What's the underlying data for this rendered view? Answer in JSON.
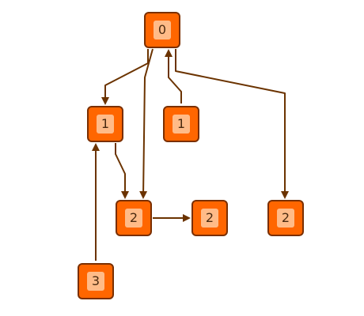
{
  "diagram": {
    "colors": {
      "node_fill": "#ff6600",
      "node_border": "#7a2f00",
      "label_bg": "#ffbb88",
      "label_text": "#4a2a10",
      "edge": "#6b3300"
    },
    "nodes": [
      {
        "id": "n0",
        "label": "0"
      },
      {
        "id": "n1a",
        "label": "1"
      },
      {
        "id": "n1b",
        "label": "1"
      },
      {
        "id": "n2a",
        "label": "2"
      },
      {
        "id": "n2b",
        "label": "2"
      },
      {
        "id": "n2c",
        "label": "2"
      },
      {
        "id": "n3",
        "label": "3"
      }
    ],
    "edges": [
      {
        "from": "n0",
        "to": "n1a"
      },
      {
        "from": "n0",
        "to": "n2a"
      },
      {
        "from": "n1b",
        "to": "n0"
      },
      {
        "from": "n0",
        "to": "n2c"
      },
      {
        "from": "n1a",
        "to": "n2a"
      },
      {
        "from": "n2a",
        "to": "n2b"
      },
      {
        "from": "n3",
        "to": "n1a"
      }
    ]
  }
}
